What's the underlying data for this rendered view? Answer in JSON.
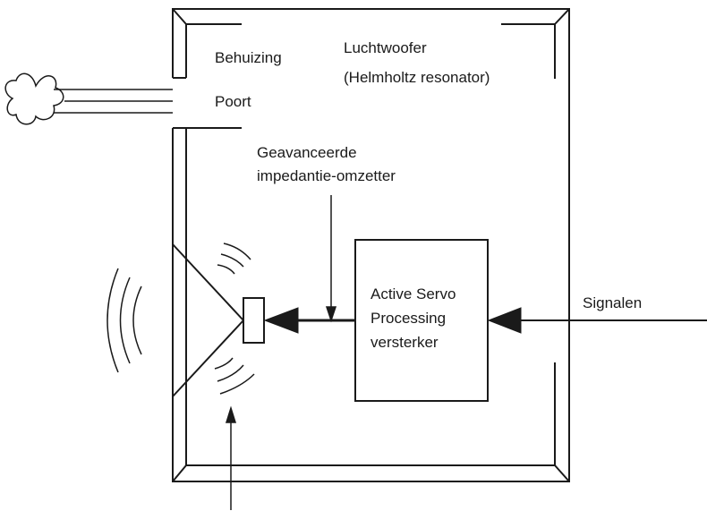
{
  "labels": {
    "behuizing": "Behuizing",
    "luchtwoofer": "Luchtwoofer",
    "helmholtz": "(Helmholtz resonator)",
    "poort": "Poort",
    "impedance_line1": "Geavanceerde",
    "impedance_line2": "impedantie-omzetter",
    "amp_line1": "Active Servo",
    "amp_line2": "Processing",
    "amp_line3": "versterker",
    "signalen": "Signalen"
  },
  "colors": {
    "stroke": "#1a1a1a",
    "background": "#ffffff"
  }
}
